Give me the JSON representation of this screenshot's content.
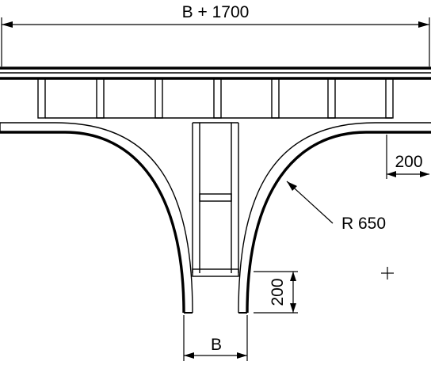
{
  "dimensions": {
    "total_width": "B + 1700",
    "side_offset": "200",
    "radius": "R 650",
    "branch_offset": "200",
    "branch_width": "B"
  }
}
